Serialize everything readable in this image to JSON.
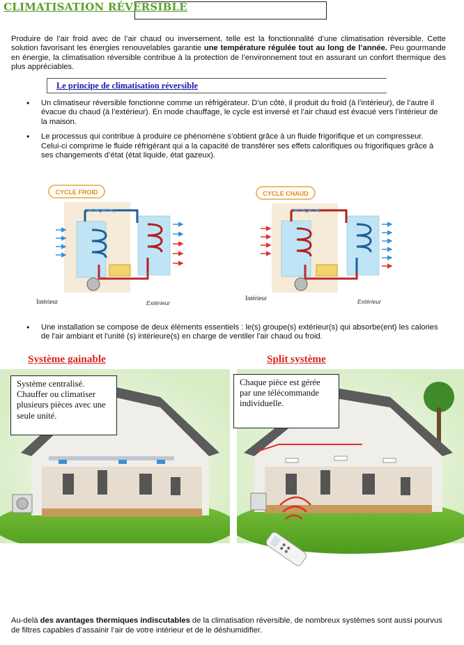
{
  "title": "CLIMATISATION RÉVERSIBLE",
  "intro": {
    "part1": "Produire de l’air froid avec de l’air chaud ou inversement, telle est la fonctionnalité d’une climatisation réversible. Cette solution favorisant les énergies renouvelables garantie ",
    "bold": "une température régulée tout au long de l’année.",
    "part2": " Peu gourmande en énergie, la climatisation réversible contribue à la protection de l’environnement tout en assurant un confort thermique des plus appréciables."
  },
  "subheading": "Le principe de climatisation réversible",
  "bullets": [
    "Un climatiseur réversible fonctionne comme un réfrigérateur. D’un côté, il produit du froid (à l’intérieur), de l’autre il évacue du chaud (à l’extérieur). En mode chauffage, le cycle est inversé et l’air chaud est évacué vers l’intérieur de la maison.",
    "Le processus qui contribue à produire ce phénomène s’obtient grâce à un fluide frigorifique et un compresseur. Celui-ci comprime le fluide réfrigérant qui a la capacité de transférer ses effets calorifiques ou frigorifiques grâce à ses changements d’état (état liquide, état gazeux)."
  ],
  "bullet3": "Une installation se compose de deux éléments essentiels : le(s) groupe(s) extérieur(s) qui absorbe(ent) les calories de l'air ambiant et l'unité (s) intérieure(s) en charge de ventiler l'air chaud ou froid.",
  "cycles": {
    "cold": {
      "label": "CYCLE FROID",
      "interior": "Intérieur",
      "exterior": "Extérieur"
    },
    "hot": {
      "label": "CYCLE CHAUD",
      "interior": "Intérieur",
      "exterior": "Extérieur"
    }
  },
  "systems": {
    "gainable": {
      "title": "Système gainable",
      "callout": "Système centralisé. Chauffer ou climatiser plusieurs pièces avec une seule unité."
    },
    "split": {
      "title": "Split système",
      "callout": "Chaque pièce est gérée par une télécommande individuelle."
    }
  },
  "final": {
    "part1": "Au-delà ",
    "bold": "des avantages thermiques indiscutables",
    "part2": " de la climatisation réversible, de nombreux systèmes sont aussi pourvus de filtres capables d’assainir l’air de votre intérieur et de le déshumidifier."
  },
  "colors": {
    "title_green": "#5aa02c",
    "heading_red": "#d9241c",
    "subhead_blue": "#1a1aa8",
    "cold_blue": "#3a8fd6",
    "hot_red": "#e0312a",
    "cycle_orange": "#e8932c"
  }
}
